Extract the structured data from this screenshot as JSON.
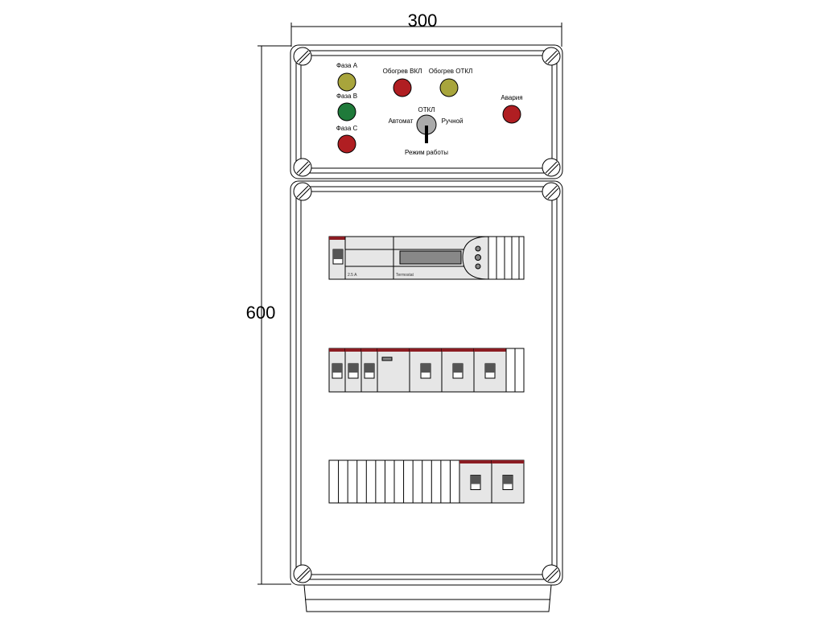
{
  "dimensions": {
    "width_label": "300",
    "height_label": "600"
  },
  "control_panel": {
    "phase_a": "Фаза А",
    "phase_b": "Фаза В",
    "phase_c": "Фаза С",
    "heating_on": "Обогрев ВКЛ",
    "heating_off": "Обогрев ОТКЛ",
    "switch_off": "ОТКЛ",
    "switch_auto": "Автомат",
    "switch_manual": "Ручной",
    "switch_caption": "Режим работы",
    "alarm": "Авария"
  },
  "devices": {
    "rail1_breaker_label": "2.5 A",
    "rail1_display_label": "Termostat"
  },
  "colors": {
    "lamp_yellow": "#a8a53c",
    "lamp_green": "#1f7a3a",
    "lamp_red": "#b01e22",
    "breaker_stripe": "#8b1c22",
    "module_fill": "#e6e6e6"
  }
}
